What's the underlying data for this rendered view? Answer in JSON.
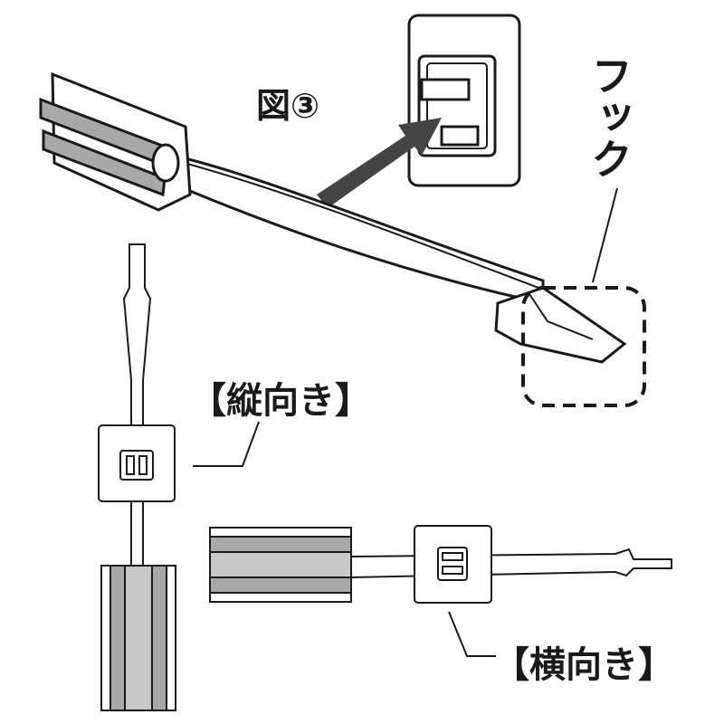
{
  "labels": {
    "figure": "図③",
    "hook": "フック",
    "vertical": "【縦向き】",
    "horizontal": "【横向き】"
  },
  "colors": {
    "line": "#1a1a1a",
    "fill_gray": "#a8a8a8",
    "arrow": "#444444"
  }
}
